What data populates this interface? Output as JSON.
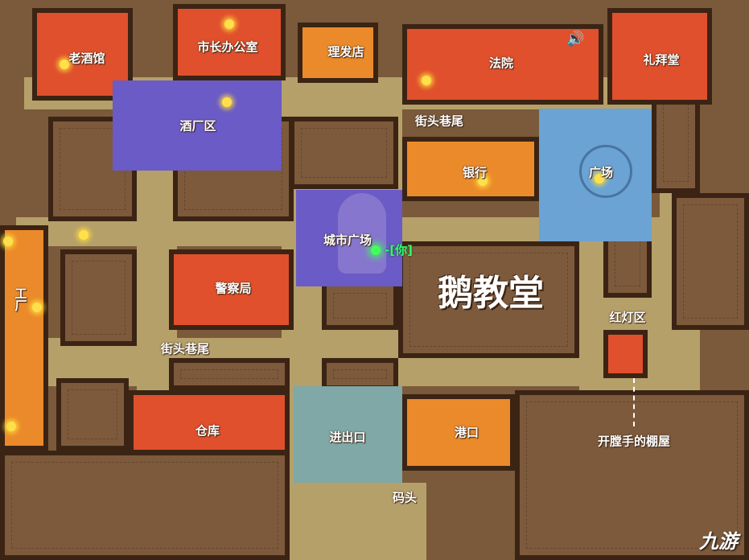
{
  "map": {
    "title": "鹅教堂",
    "you_marker": "-[你]",
    "watermark": "九游",
    "locations": {
      "old_tavern": "老酒馆",
      "mayor_office": "市长办公室",
      "barber": "理发店",
      "court": "法院",
      "chapel": "礼拜堂",
      "brewery": "酒厂区",
      "street_end_top": "街头巷尾",
      "bank": "银行",
      "square": "广场",
      "city_square": "城市广场",
      "police": "警察局",
      "red_light": "红灯区",
      "street_end_mid": "街头巷尾",
      "warehouse": "仓库",
      "entrance": "进出口",
      "port": "港口",
      "dock": "码头",
      "butcher_shed": "开膛手的棚屋",
      "workshop": "工厂"
    }
  },
  "colors": {
    "red_zone": "#e0502c",
    "orange_zone": "#eb8a2a",
    "purple_zone": "#6a5bc6",
    "blue_zone": "#6aa3d4",
    "road": "#b5a06a"
  },
  "icons": [
    "speaker-icon",
    "goose-statue-icon",
    "fountain-icon"
  ]
}
